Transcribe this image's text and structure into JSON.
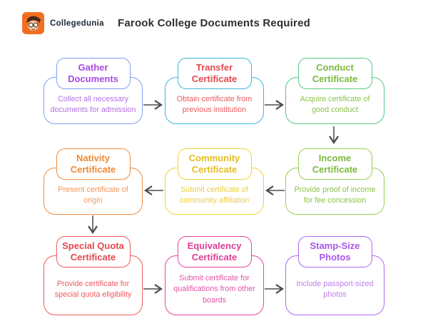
{
  "header": {
    "brand": "Collegedunia",
    "title": "Farook College Documents Required"
  },
  "cards": [
    {
      "title": "Gather Documents",
      "description": "Collect all necessary documents for admission",
      "border_color": "#7D9FF3",
      "title_color": "#A54BE0",
      "body_color": "#B66FE6"
    },
    {
      "title": "Transfer Certificate",
      "description": "Obtain certificate from previous institution",
      "border_color": "#3BB8DC",
      "title_color": "#E5484D",
      "body_color": "#EE5A60"
    },
    {
      "title": "Conduct Certificate",
      "description": "Acquire certificate of good conduct",
      "border_color": "#57C787",
      "title_color": "#7CB93E",
      "body_color": "#8BC34A"
    },
    {
      "title": "Nativity Certificate",
      "description": "Present certificate of origin",
      "border_color": "#EE8B41",
      "title_color": "#ED8936",
      "body_color": "#F0975A"
    },
    {
      "title": "Community Certificate",
      "description": "Submit certificate of community affiliation",
      "border_color": "#EFD13A",
      "title_color": "#E4BE1E",
      "body_color": "#EBCE3F"
    },
    {
      "title": "Income Certificate",
      "description": "Provide proof of income for fee concession",
      "border_color": "#97CE55",
      "title_color": "#7CB93E",
      "body_color": "#8BC34A"
    },
    {
      "title": "Special Quota Certificate",
      "description": "Provide certificate for special quota eligibility",
      "border_color": "#F05A5A",
      "title_color": "#E5484D",
      "body_color": "#EE5A60"
    },
    {
      "title": "Equivalency Certificate",
      "description": "Submit certificate for qualifications from other boards",
      "border_color": "#E743A1",
      "title_color": "#DD3D96",
      "body_color": "#E754A5"
    },
    {
      "title": "Stamp-Size Photos",
      "description": "Include passport-sized photos",
      "border_color": "#B266F0",
      "title_color": "#A855E8",
      "body_color": "#BE7FEA"
    }
  ],
  "flow": [
    "Gather Documents",
    "Transfer Certificate",
    "Conduct Certificate",
    "Income Certificate",
    "Community Certificate",
    "Nativity Certificate",
    "Special Quota Certificate",
    "Equivalency Certificate",
    "Stamp-Size Photos"
  ],
  "arrow_color": "#4a4a4a",
  "logo_color": "#F26F21"
}
